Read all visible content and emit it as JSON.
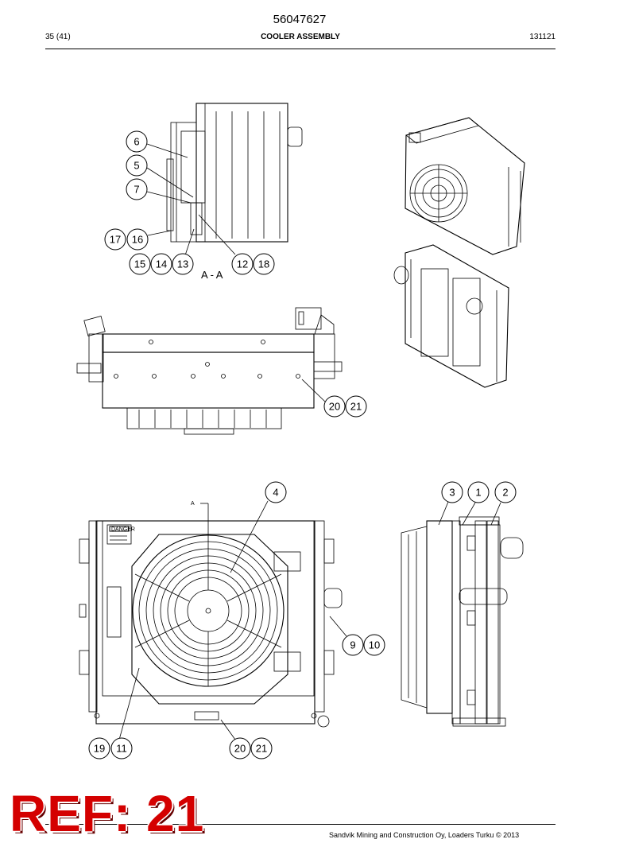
{
  "header": {
    "doc_number": "56047627",
    "page_counter": "35 (41)",
    "title": "COOLER ASSEMBLY",
    "date": "131121"
  },
  "drawing": {
    "section_label": "A - A",
    "section_marker": "A",
    "danger_label": "DANGER",
    "callouts": {
      "c1": "1",
      "c2": "2",
      "c3": "3",
      "c4": "4",
      "c5": "5",
      "c6": "6",
      "c7": "7",
      "c9": "9",
      "c10": "10",
      "c11": "11",
      "c12": "12",
      "c13": "13",
      "c14": "14",
      "c15": "15",
      "c16": "16",
      "c17": "17",
      "c18": "18",
      "c19": "19",
      "c20a": "20",
      "c21a": "21",
      "c20b": "20",
      "c21b": "21"
    }
  },
  "footer": {
    "ref_stamp": "REF: 21",
    "copyright": "Sandvik Mining and Construction Oy, Loaders Turku © 2013"
  }
}
